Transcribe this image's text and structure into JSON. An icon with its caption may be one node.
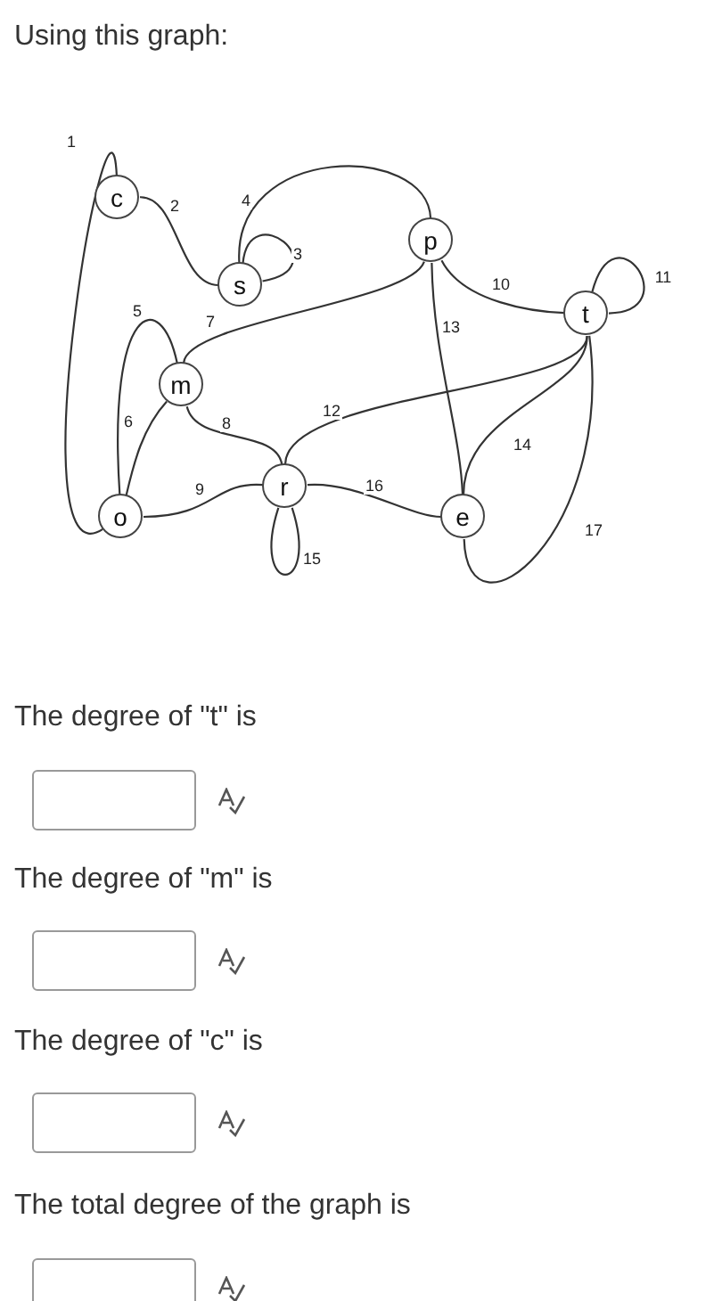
{
  "diagram": {
    "title": "Using this graph:",
    "nodes": [
      {
        "text": [
          "c"
        ]
      },
      {
        "text": [
          "p"
        ]
      },
      {
        "text": [
          "s"
        ]
      },
      {
        "text": [
          "t"
        ]
      },
      {
        "text": [
          "m"
        ]
      },
      {
        "text": [
          "r"
        ]
      },
      {
        "text": [
          "o"
        ]
      },
      {
        "text": [
          "e"
        ]
      }
    ],
    "edges": [
      {
        "from": 0,
        "to": 6,
        "arrow": "none",
        "label": "1"
      },
      {
        "from": 0,
        "to": 2,
        "arrow": "none",
        "label": "2"
      },
      {
        "from": 2,
        "to": 2,
        "arrow": "none",
        "label": "3"
      },
      {
        "from": 2,
        "to": 1,
        "arrow": "none",
        "label": "4"
      },
      {
        "from": 4,
        "to": 6,
        "arrow": "none",
        "label": "5"
      },
      {
        "from": 4,
        "to": 6,
        "arrow": "none",
        "label": "6"
      },
      {
        "from": 4,
        "to": 1,
        "arrow": "none",
        "label": "7"
      },
      {
        "from": 4,
        "to": 5,
        "arrow": "none",
        "label": "8"
      },
      {
        "from": 6,
        "to": 5,
        "arrow": "none",
        "label": "9"
      },
      {
        "from": 1,
        "to": 3,
        "arrow": "none",
        "label": "10"
      },
      {
        "from": 3,
        "to": 3,
        "arrow": "none",
        "label": "11"
      },
      {
        "from": 5,
        "to": 3,
        "arrow": "none",
        "label": "12"
      },
      {
        "from": 1,
        "to": 7,
        "arrow": "none",
        "label": "13"
      },
      {
        "from": 3,
        "to": 7,
        "arrow": "none",
        "label": "14"
      },
      {
        "from": 5,
        "to": 5,
        "arrow": "none",
        "label": "15"
      },
      {
        "from": 5,
        "to": 7,
        "arrow": "none",
        "label": "16"
      },
      {
        "from": 7,
        "to": 3,
        "arrow": "none",
        "label": "17"
      }
    ],
    "labels": [
      "The degree of \"t\" is",
      "The degree of \"m\" is",
      "The degree of \"c\" is",
      "The total degree of the graph is"
    ]
  }
}
